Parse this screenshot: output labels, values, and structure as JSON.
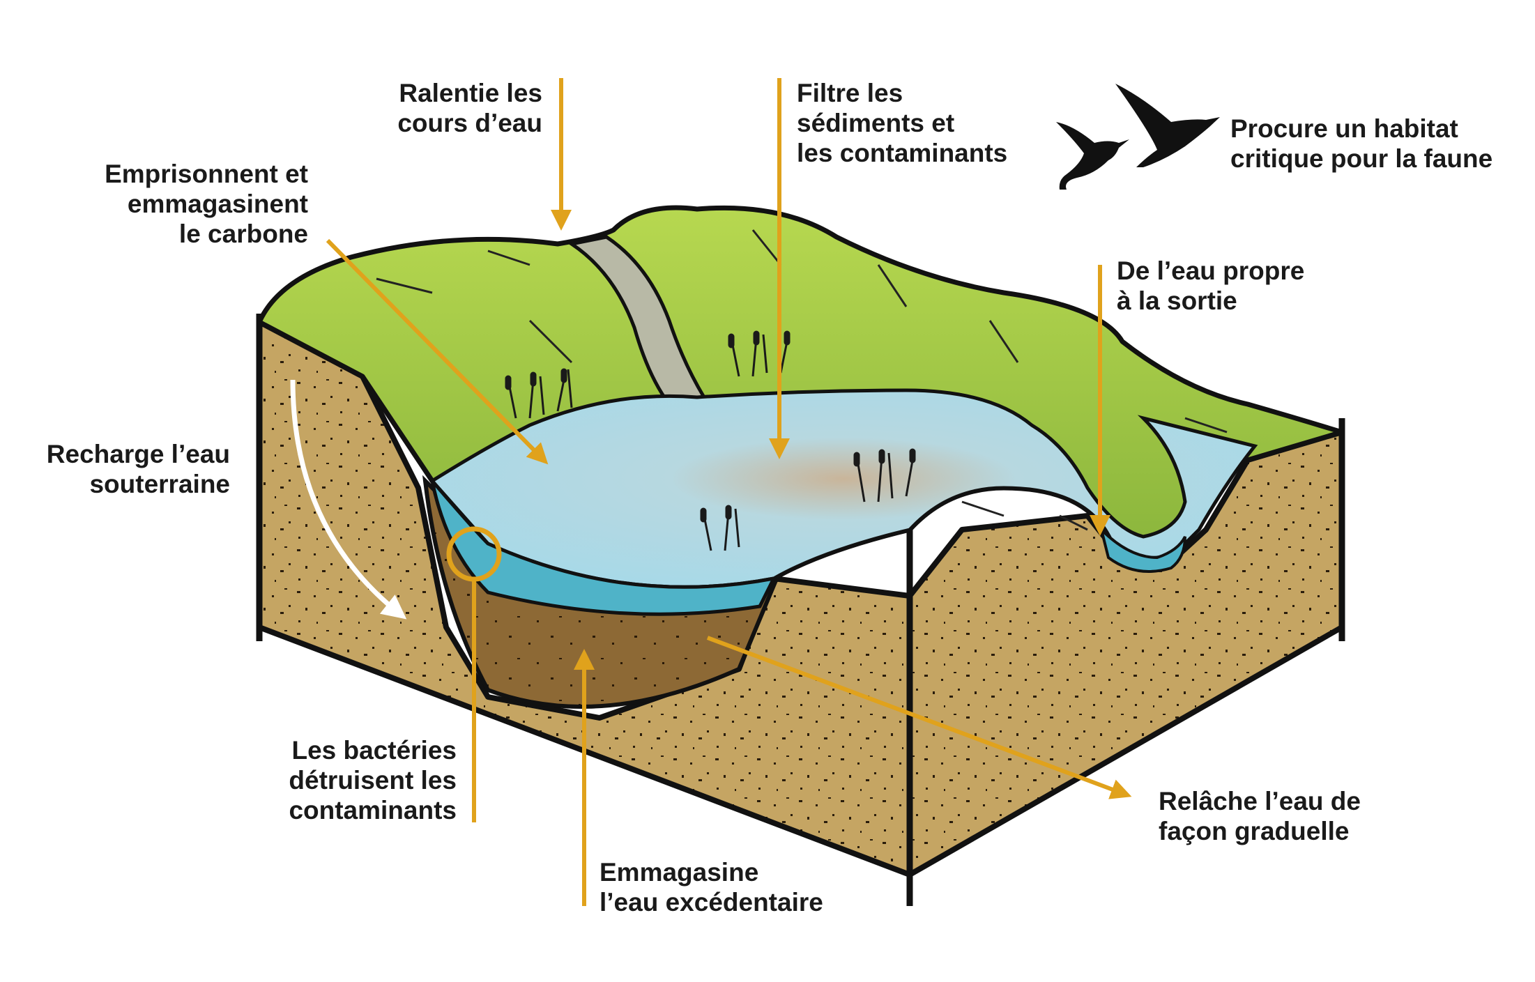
{
  "colors": {
    "soil": "#c5a563",
    "soil_dark": "#8a6430",
    "grass": "#a8cc46",
    "grass_dark": "#6f9a2c",
    "water": "#a9d8e6",
    "water_deep": "#4fb3c8",
    "arrow": "#e0a21c",
    "outline": "#111111"
  },
  "labels": {
    "ralentie": [
      "Ralentie les",
      "cours d’eau"
    ],
    "filtre": [
      "Filtre les",
      "sédiments et",
      "les contaminants"
    ],
    "habitat": [
      "Procure un habitat",
      "critique pour la faune"
    ],
    "carbone": [
      "Emprisonnent et",
      "emmagasinent",
      "le carbone"
    ],
    "eau_propre": [
      "De l’eau propre",
      "à la sortie"
    ],
    "recharge": [
      "Recharge l’eau",
      "souterraine"
    ],
    "bacteries": [
      "Les bactéries",
      "détruisent les",
      "contaminants"
    ],
    "releche": [
      "Relâche l’eau de",
      "façon graduelle"
    ],
    "emmagasine": [
      "Emmagasine",
      "l’eau excédentaire"
    ]
  },
  "icons": [
    "duck-silhouette-icon",
    "goose-silhouette-icon"
  ]
}
